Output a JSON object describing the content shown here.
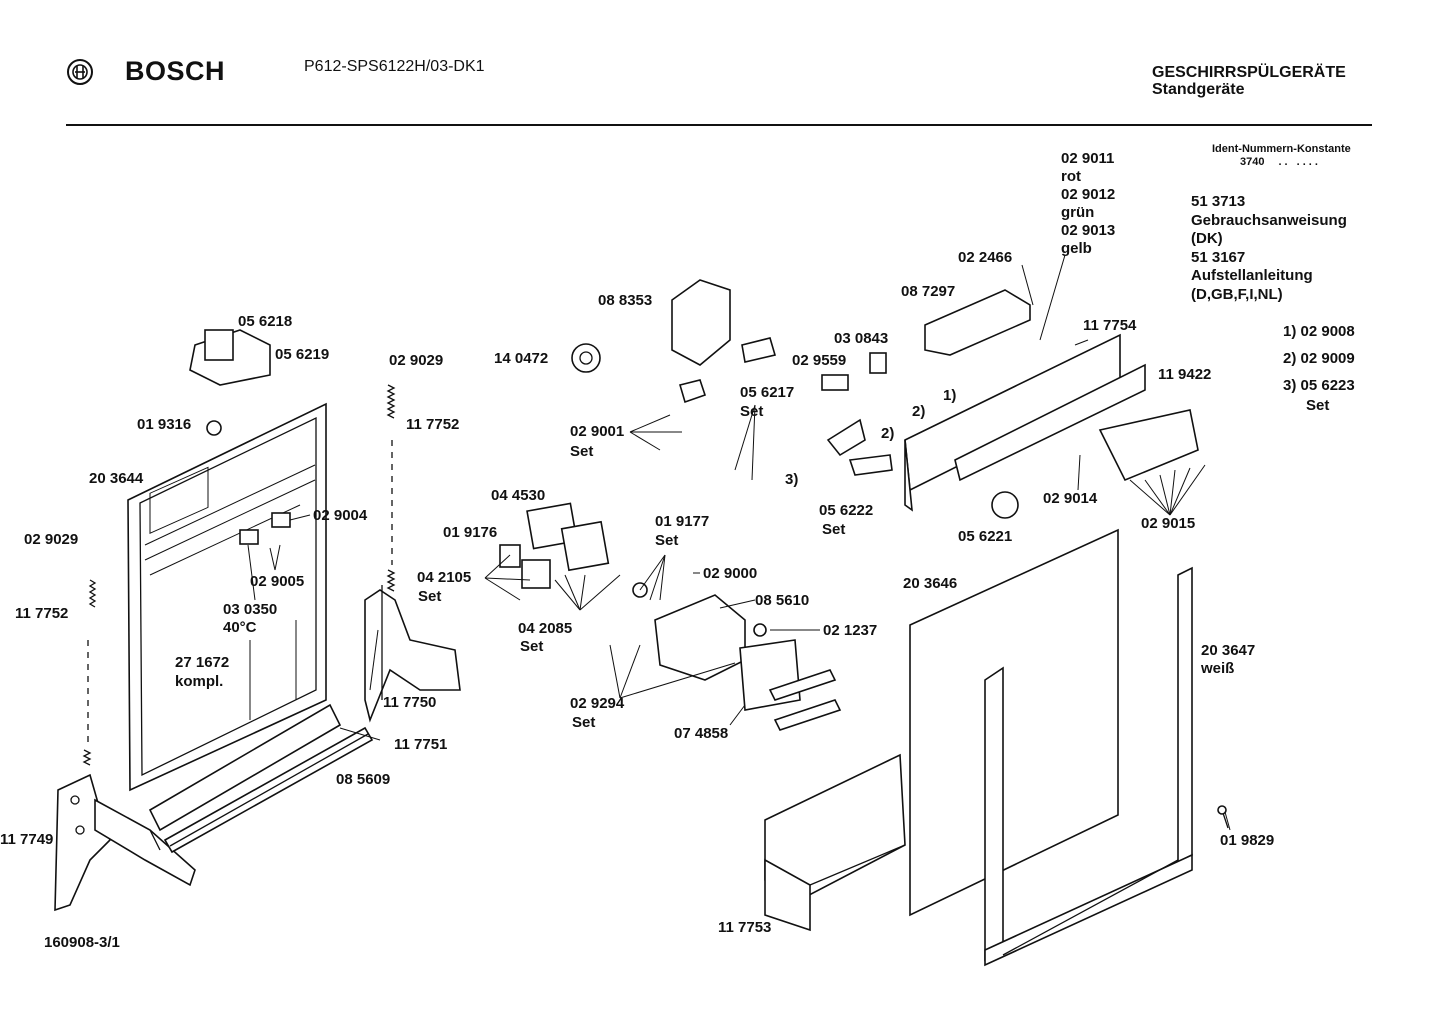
{
  "header": {
    "brand": "BOSCH",
    "model": "P612-SPS6122H/03-DK1",
    "category": "GESCHIRRSPÜLGERÄTE",
    "subcategory": "Standgeräte"
  },
  "ident": {
    "title": "Ident-Nummern-Konstante",
    "value": "3740",
    "dots": ".. ...."
  },
  "documents": [
    "51 3713",
    "Gebrauchsanweisung",
    "(DK)",
    "51 3167",
    "Aufstellanleitung",
    "(D,GB,F,I,NL)"
  ],
  "footnotes": [
    {
      "mark": "1)",
      "part": "02 9008"
    },
    {
      "mark": "2)",
      "part": "02 9009"
    },
    {
      "mark": "3)",
      "part": "05 6223",
      "note": "Set"
    }
  ],
  "parts": [
    {
      "id": "p1",
      "label": "02 9011"
    },
    {
      "id": "p1b",
      "label": "rot"
    },
    {
      "id": "p2",
      "label": "02 9012"
    },
    {
      "id": "p2b",
      "label": "grün"
    },
    {
      "id": "p3",
      "label": "02 9013"
    },
    {
      "id": "p3b",
      "label": "gelb"
    },
    {
      "id": "p4",
      "label": "02 2466"
    },
    {
      "id": "p5",
      "label": "08 7297"
    },
    {
      "id": "p6",
      "label": "08 8353"
    },
    {
      "id": "p7",
      "label": "14 0472"
    },
    {
      "id": "p8",
      "label": "03 0843"
    },
    {
      "id": "p9",
      "label": "02 9559"
    },
    {
      "id": "p10",
      "label": "11 7754"
    },
    {
      "id": "p11",
      "label": "11 9422"
    },
    {
      "id": "p12",
      "label": "05 6218"
    },
    {
      "id": "p13",
      "label": "05 6219"
    },
    {
      "id": "p14",
      "label": "02 9029"
    },
    {
      "id": "p15",
      "label": "11 7752"
    },
    {
      "id": "p16",
      "label": "01 9316"
    },
    {
      "id": "p17",
      "label": "20 3644"
    },
    {
      "id": "p18",
      "label": "02 9004"
    },
    {
      "id": "p19",
      "label": "02 9005"
    },
    {
      "id": "p20",
      "label": "03 0350"
    },
    {
      "id": "p21",
      "label": "40°C"
    },
    {
      "id": "p22",
      "label": "02 9029"
    },
    {
      "id": "p23",
      "label": "11 7752"
    },
    {
      "id": "p24",
      "label": "27 1672"
    },
    {
      "id": "p25",
      "label": "kompl."
    },
    {
      "id": "p26",
      "label": "11 7749"
    },
    {
      "id": "p27",
      "label": "05 6217"
    },
    {
      "id": "p28",
      "label": "Set"
    },
    {
      "id": "p29",
      "label": "02 9001"
    },
    {
      "id": "p30",
      "label": "Set"
    },
    {
      "id": "p31",
      "label": "04 4530"
    },
    {
      "id": "p32",
      "label": "01 9176"
    },
    {
      "id": "p33",
      "label": "01 9177"
    },
    {
      "id": "p34",
      "label": "Set"
    },
    {
      "id": "p35",
      "label": "04 2105"
    },
    {
      "id": "p36",
      "label": "Set"
    },
    {
      "id": "p37",
      "label": "04 2085"
    },
    {
      "id": "p38",
      "label": "Set"
    },
    {
      "id": "p39",
      "label": "02 9000"
    },
    {
      "id": "p40",
      "label": "08 5610"
    },
    {
      "id": "p41",
      "label": "02 1237"
    },
    {
      "id": "p42",
      "label": "02 9294"
    },
    {
      "id": "p43",
      "label": "Set"
    },
    {
      "id": "p44",
      "label": "07 4858"
    },
    {
      "id": "p45",
      "label": "11 7750"
    },
    {
      "id": "p46",
      "label": "11 7751"
    },
    {
      "id": "p47",
      "label": "08 5609"
    },
    {
      "id": "p48",
      "label": "05 6222"
    },
    {
      "id": "p49",
      "label": "Set"
    },
    {
      "id": "p50",
      "label": "05 6221"
    },
    {
      "id": "p51",
      "label": "02 9014"
    },
    {
      "id": "p52",
      "label": "02 9015"
    },
    {
      "id": "p53",
      "label": "20 3646"
    },
    {
      "id": "p54",
      "label": "20 3647"
    },
    {
      "id": "p55",
      "label": "weiß"
    },
    {
      "id": "p56",
      "label": "01 9829"
    },
    {
      "id": "p57",
      "label": "11 7753"
    },
    {
      "id": "m1",
      "label": "1)"
    },
    {
      "id": "m2",
      "label": "2)"
    },
    {
      "id": "m3",
      "label": "2)"
    },
    {
      "id": "m4",
      "label": "3)"
    }
  ],
  "footer": {
    "code": "160908-3/1"
  }
}
